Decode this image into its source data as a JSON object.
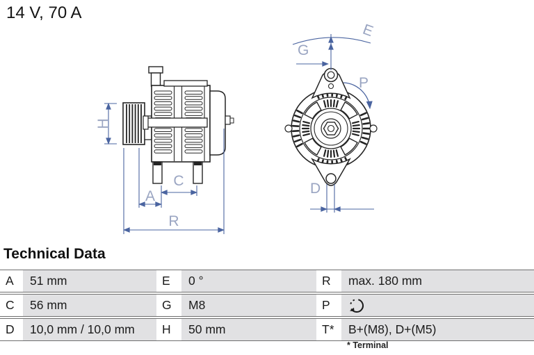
{
  "header": {
    "title": "14 V, 70 A"
  },
  "diagram": {
    "side_view": {
      "labels": {
        "h": "H",
        "a": "A",
        "c": "C",
        "r": "R"
      }
    },
    "front_view": {
      "labels": {
        "e": "E",
        "g": "G",
        "p": "P",
        "d": "D"
      }
    },
    "colors": {
      "dimension_line": "#4a64a0",
      "dimension_letter": "#9aa5c2",
      "outline": "#242424",
      "table_cell_gray": "#e1e1e3"
    }
  },
  "table": {
    "title": "Technical Data",
    "rows": [
      [
        {
          "label": "A",
          "value": "51 mm"
        },
        {
          "label": "E",
          "value": "0 °"
        },
        {
          "label": "R",
          "value": "max. 180 mm"
        }
      ],
      [
        {
          "label": "C",
          "value": "56 mm"
        },
        {
          "label": "G",
          "value": "M8"
        },
        {
          "label": "P",
          "value": "",
          "icon": "rotation-direction-icon"
        }
      ],
      [
        {
          "label": "D",
          "value": "10,0 mm / 10,0 mm"
        },
        {
          "label": "H",
          "value": "50 mm"
        },
        {
          "label": "T*",
          "value": "B+(M8), D+(M5)"
        }
      ]
    ],
    "footnote": "* Terminal"
  }
}
